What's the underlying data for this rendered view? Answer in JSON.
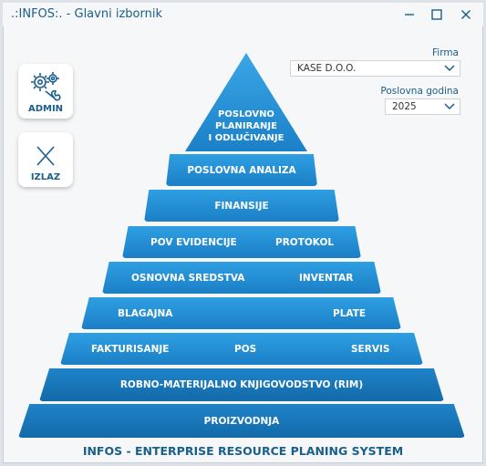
{
  "window": {
    "title": ".:INFOS:. - Glavni izbornik"
  },
  "side_buttons": {
    "admin": "ADMIN",
    "exit": "IZLAZ"
  },
  "filters": {
    "firma_label": "Firma",
    "firma_value": "KASE D.O.O.",
    "godina_label": "Poslovna godina",
    "godina_value": "2025"
  },
  "pyramid": {
    "apex": "POSLOVNO\nPLANIRANJE\nI ODLUČIVANJE",
    "tier1": "POSLOVNA ANALIZA",
    "tier2": "FINANSIJE",
    "tier3": [
      "POV EVIDENCIJE",
      "PROTOKOL"
    ],
    "tier4": [
      "OSNOVNA SREDSTVA",
      "INVENTAR"
    ],
    "tier5": [
      "BLAGAJNA",
      "PLATE"
    ],
    "tier6": [
      "FAKTURISANJE",
      "POS",
      "SERVIS"
    ],
    "tier7": "ROBNO-MATERIJALNO KNJIGOVODSTVO (RIM)",
    "tier8": "PROIZVODNJA"
  },
  "footer": "INFOS - ENTERPRISE RESOURCE PLANING SYSTEM",
  "colors": {
    "brand": "#1a5e8a",
    "tier": "#1f8ad2"
  }
}
